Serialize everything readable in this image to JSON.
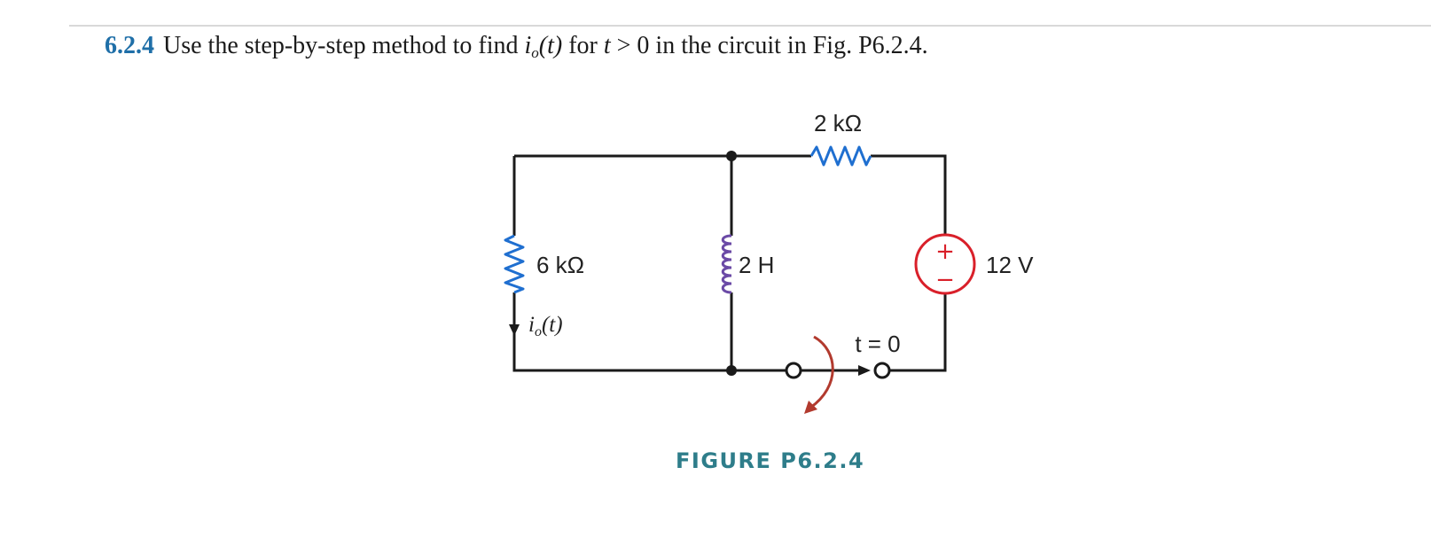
{
  "problem": {
    "number": "6.2.4",
    "text_before": "Use the step-by-step method to find ",
    "current_symbol": "i",
    "current_subscript": "o",
    "current_arg": "(t)",
    "text_middle": " for ",
    "time_var": "t",
    "text_after": " > 0 in the circuit in Fig. P6.2.4."
  },
  "figure": {
    "resistor_top_label": "2 kΩ",
    "resistor_left_label": "6 kΩ",
    "inductor_label": "2 H",
    "source_label": "12 V",
    "source_plus": "+",
    "source_minus": "−",
    "current_label_symbol": "i",
    "current_label_subscript": "o",
    "current_label_arg": "(t)",
    "switch_label": "t = 0",
    "caption": "FIGURE P6.2.4",
    "colors": {
      "wire": "#1a1a1a",
      "resistor": "#1f6fd0",
      "inductor": "#6b4aa6",
      "source": "#d9202a",
      "switch_arrow": "#b23a2e",
      "caption": "#2e7d8a",
      "problem_number": "#1f6fa8"
    }
  }
}
